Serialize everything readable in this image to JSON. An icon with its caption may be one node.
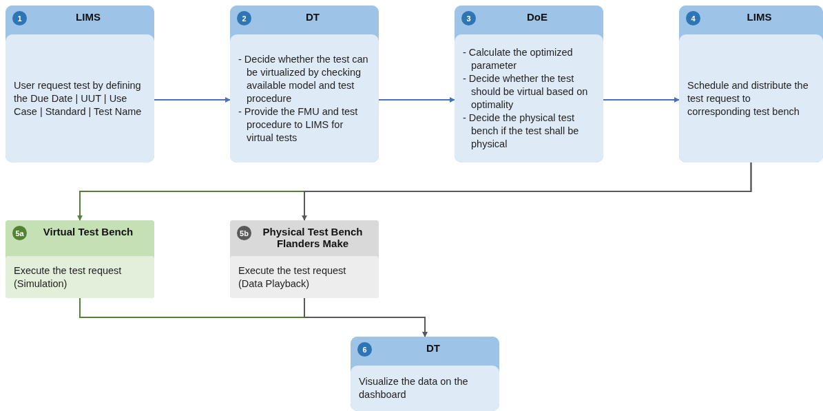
{
  "diagram": {
    "nodes": [
      {
        "text": [
          "1",
          "LIMS",
          "User request test by defining the Due Date | UUT | Use Case | Standard | Test Name"
        ]
      },
      {
        "text": [
          "2",
          "DT",
          "- Decide whether the test can be virtualized by checking available model and test procedure",
          "- Provide the FMU and test procedure to LIMS for virtual tests"
        ]
      },
      {
        "text": [
          "3",
          "DoE",
          "- Calculate the optimized parameter",
          "- Decide whether the test should be virtual based on optimality",
          "- Decide the physical test bench if the test shall be physical"
        ]
      },
      {
        "text": [
          "4",
          "LIMS",
          "Schedule and distribute the test request to corresponding test bench"
        ]
      },
      {
        "text": [
          "5a",
          "Virtual Test Bench",
          "Execute the test request (Simulation)"
        ]
      },
      {
        "text": [
          "5b",
          "Physical Test Bench Flanders Make",
          "Execute the test request (Data Playback)"
        ]
      },
      {
        "text": [
          "6",
          "DT",
          "Visualize the data on the dashboard"
        ]
      }
    ],
    "edges": [
      {
        "from": 0,
        "to": 1,
        "arrow": "to"
      },
      {
        "from": 1,
        "to": 2,
        "arrow": "to"
      },
      {
        "from": 2,
        "to": 3,
        "arrow": "to"
      },
      {
        "from": 3,
        "to": 4,
        "arrow": "to",
        "color": "#548235"
      },
      {
        "from": 3,
        "to": 5,
        "arrow": "to",
        "color": "#595959"
      },
      {
        "from": 4,
        "to": 6,
        "arrow": "to",
        "color": "#548235"
      },
      {
        "from": 5,
        "to": 6,
        "arrow": "to",
        "color": "#595959"
      }
    ]
  }
}
